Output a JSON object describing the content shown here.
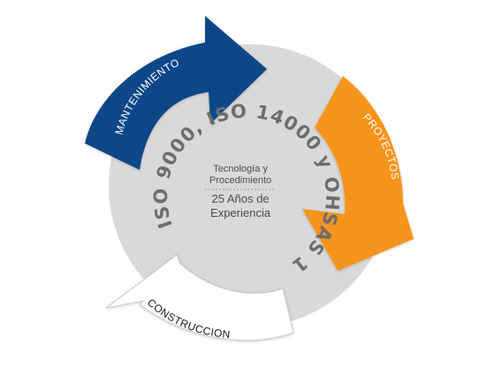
{
  "cycle": {
    "stages": [
      {
        "id": "mantenimiento",
        "label": "MANTENIMIENTO",
        "color": "#10468a",
        "text_color": "#ffffff"
      },
      {
        "id": "proyectos",
        "label": "PROYECTOS",
        "color": "#f7941d",
        "text_color": "#ffffff"
      },
      {
        "id": "construccion",
        "label": "CONSTRUCCION",
        "color": "#ffffff",
        "text_color": "#1a1a1a"
      }
    ],
    "ring_text": "ISO 9000, ISO 14000 y OHSAS 18000",
    "center": {
      "line1": "Tecnología y",
      "line2": "Procedimiento",
      "line3": "25 Años de",
      "line4": "Experiencia"
    },
    "colors": {
      "disc": "#d9d9d9",
      "ring_text": "#6d6d6d",
      "center_text": "#4d4d4d",
      "divider": "#9a9a9a"
    }
  }
}
